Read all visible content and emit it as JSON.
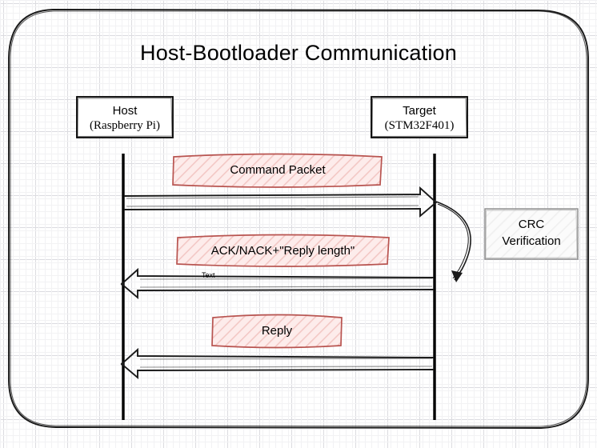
{
  "diagram": {
    "title": "Host-Bootloader Communication",
    "type": "sequence-diagram",
    "colors": {
      "message_box_stroke": "#b85450",
      "message_box_fill": "#f8cecc",
      "note_stroke": "#666666",
      "note_fill": "#f5f5f5",
      "lifeline": "#000000",
      "background": "#ffffff",
      "grid": "#dcdce0"
    },
    "participants": [
      {
        "id": "host",
        "line1": "Host",
        "line2": "(Raspberry Pi)"
      },
      {
        "id": "target",
        "line1": "Target",
        "line2": "(STM32F401)"
      }
    ],
    "messages": [
      {
        "id": "m1",
        "label": "Command Packet",
        "from": "host",
        "to": "target",
        "arrow_label": ""
      },
      {
        "id": "m2",
        "label": "ACK/NACK+\"Reply length\"",
        "from": "target",
        "to": "host",
        "arrow_label": "Text"
      },
      {
        "id": "m3",
        "label": "Reply",
        "from": "target",
        "to": "host",
        "arrow_label": ""
      }
    ],
    "notes": [
      {
        "id": "crc",
        "line1": "CRC",
        "line2": "Verification"
      }
    ]
  }
}
